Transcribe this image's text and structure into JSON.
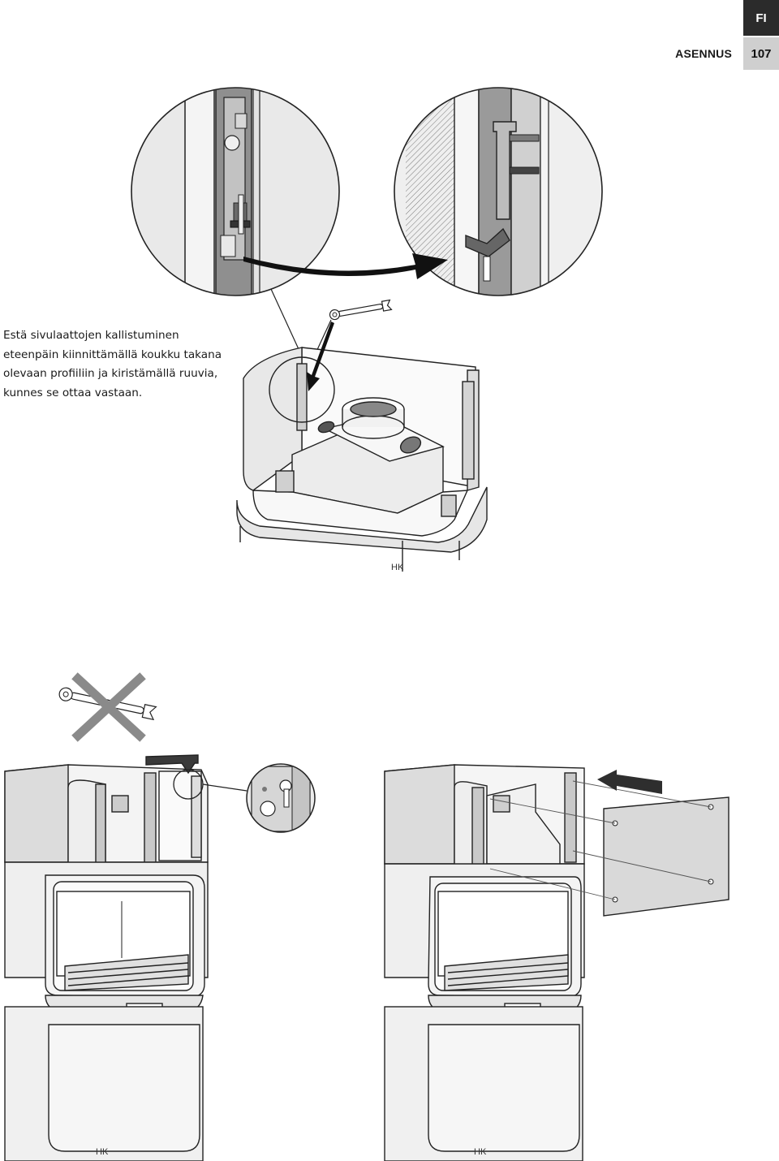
{
  "header": {
    "language_code": "FI",
    "section_title": "ASENNUS",
    "page_number": "107"
  },
  "instruction": {
    "lines": [
      "Estä sivulaattojen kallistuminen",
      "eteenpäin kiinnittämällä koukku takana",
      "olevaan profiiliin ja kiristämällä ruuvia,",
      "kunnes se ottaa vastaan."
    ]
  },
  "figures": {
    "brand_mark": "HK"
  },
  "icons": [
    "wrench-icon",
    "cross-out-icon",
    "arrow-icon"
  ]
}
